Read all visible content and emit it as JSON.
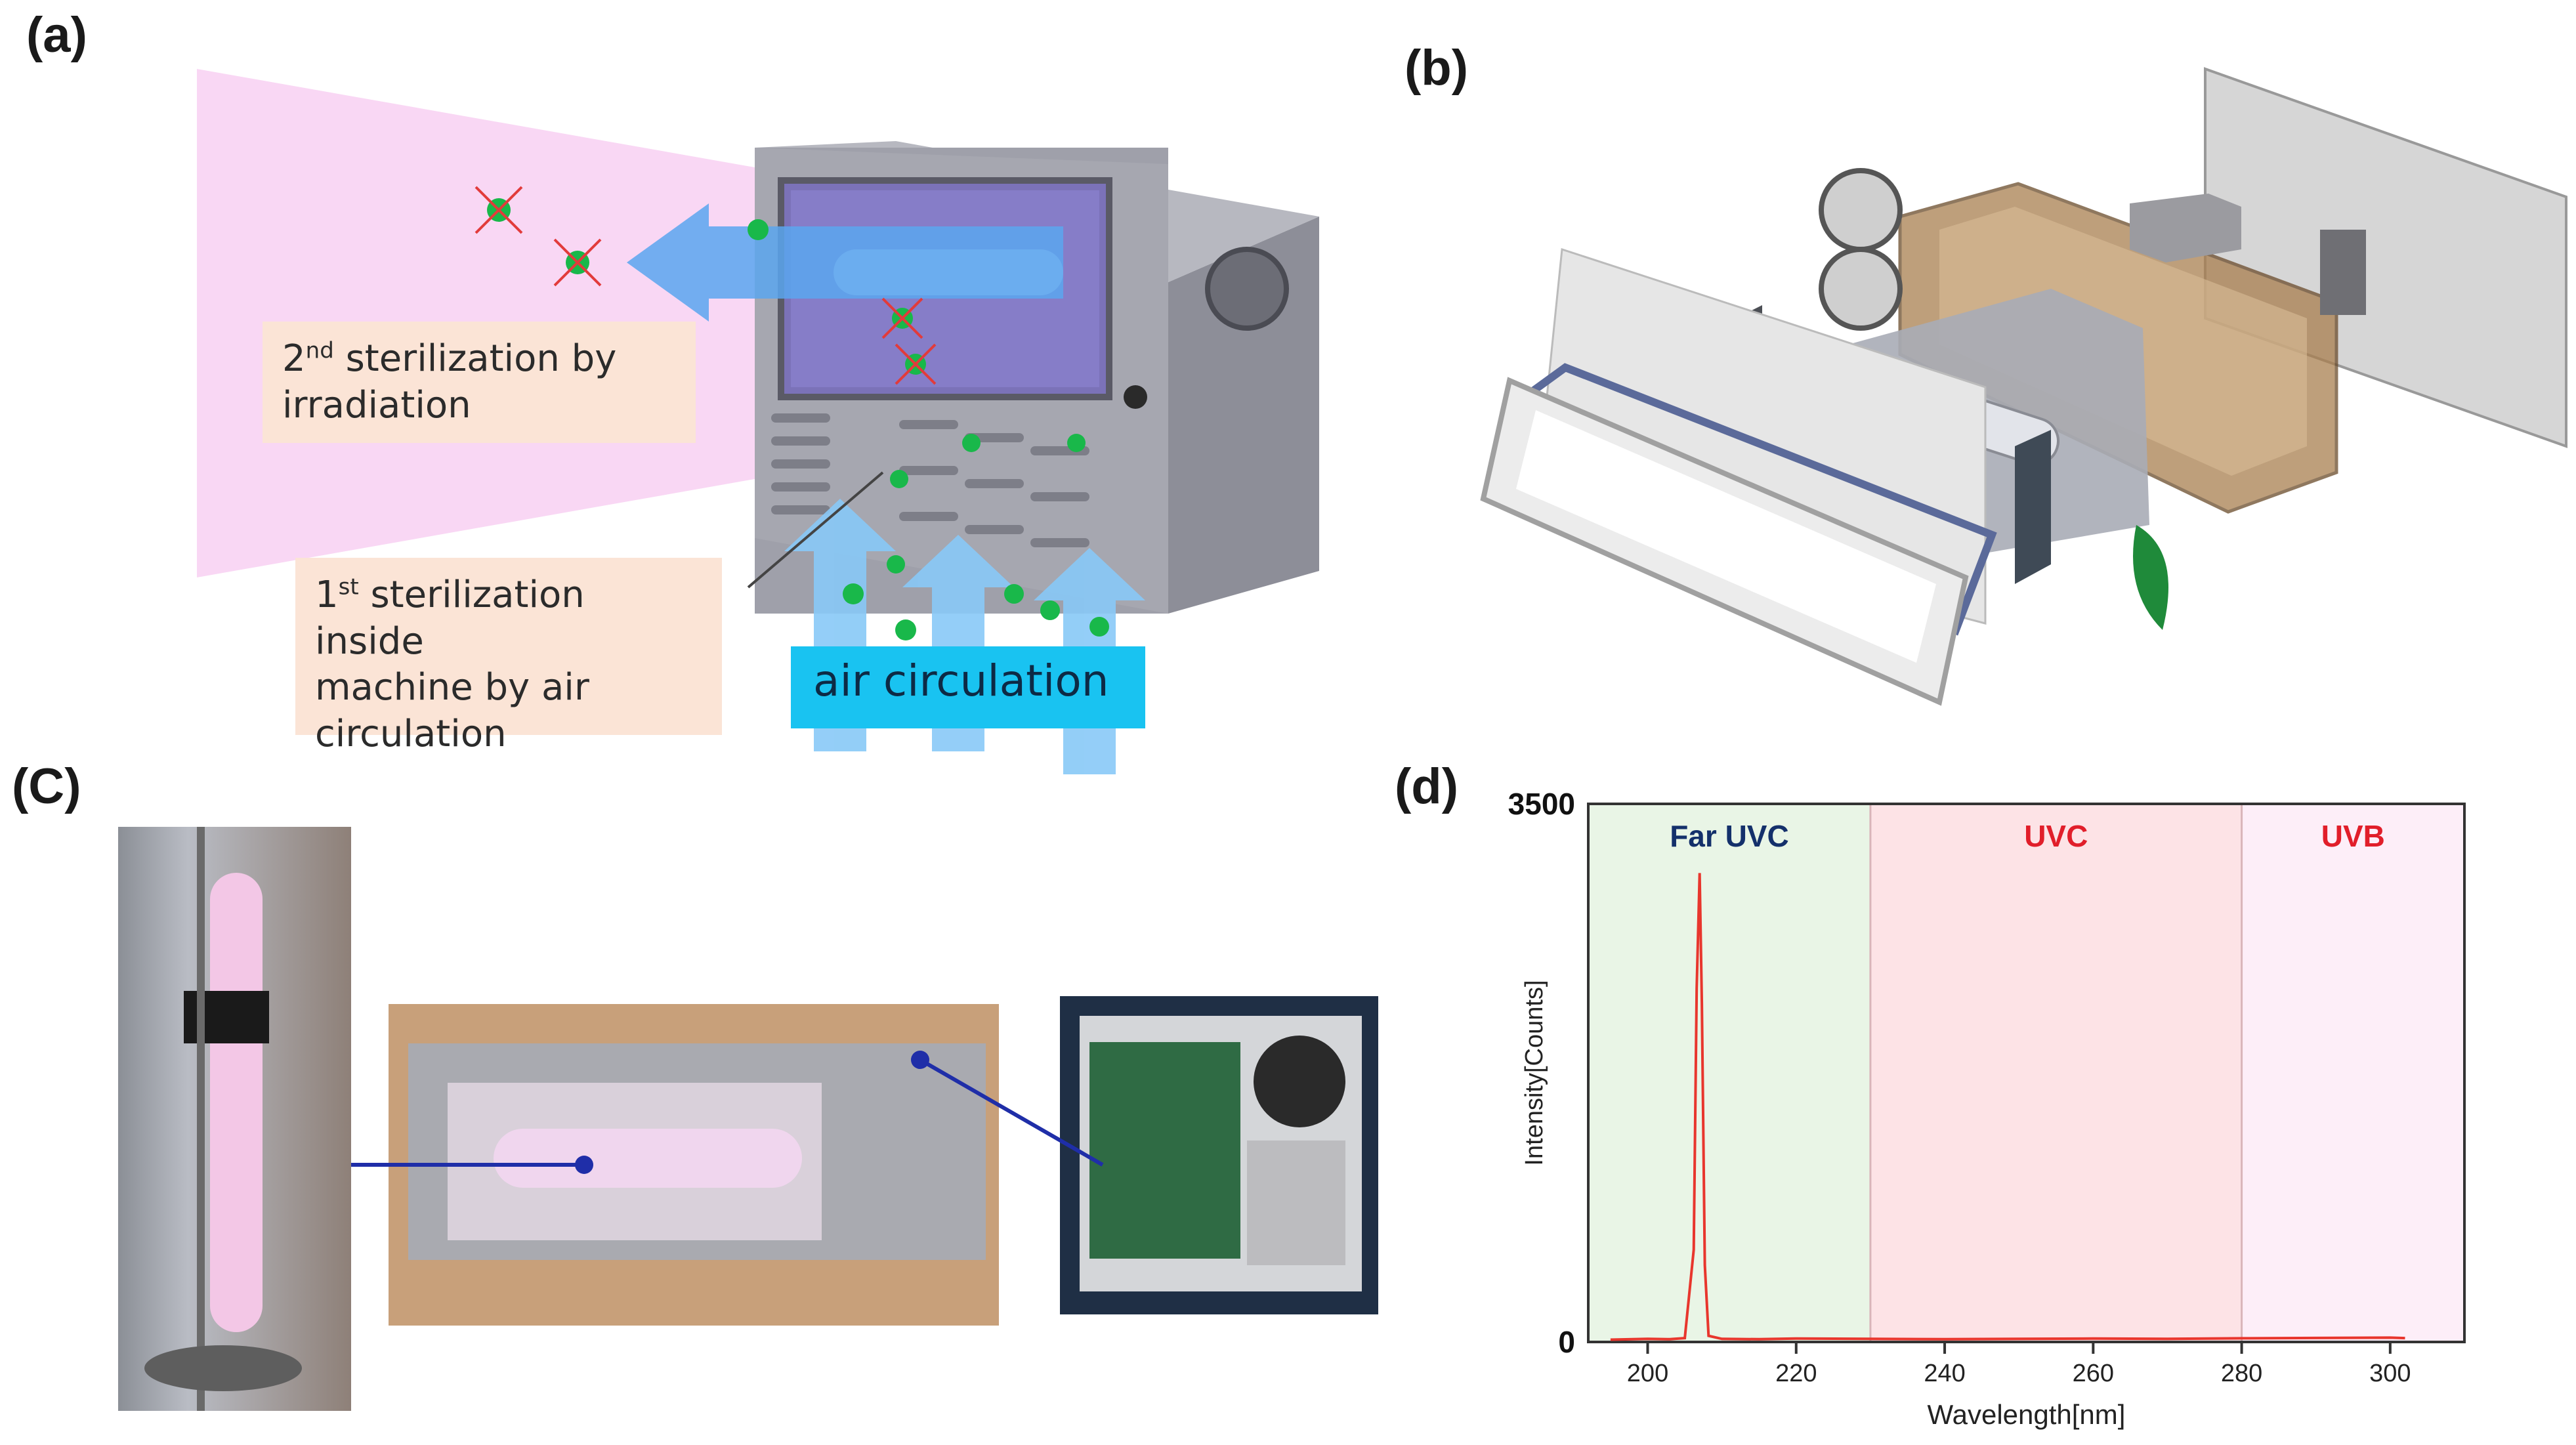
{
  "panels": {
    "a": {
      "label": "(a)",
      "callout_irradiation": {
        "ord": "2",
        "sup": "nd",
        "text_line1": " sterilization by",
        "text_line2": "irradiation"
      },
      "callout_inside": {
        "ord": "1",
        "sup": "st",
        "text_line1": " sterilization inside",
        "text_line2": "machine by air",
        "text_line3": "circulation"
      },
      "air_label": "air circulation",
      "colors": {
        "uv_cone": "#f7c9f0",
        "arrow_blue": "#5aa6ee",
        "air_box": "#19c3f1",
        "callout_bg": "#fbe4d6",
        "germ": "#19b84a"
      }
    },
    "b": {
      "label": "(b)"
    },
    "c": {
      "label": "(C)"
    },
    "d": {
      "label": "(d)"
    }
  },
  "chart_data": {
    "type": "line",
    "xlabel": "Wavelength[nm]",
    "ylabel": "Intensity[Counts]",
    "xlim": [
      192,
      310
    ],
    "ylim": [
      0,
      3500
    ],
    "x_ticks": [
      200,
      220,
      240,
      260,
      280,
      300
    ],
    "y_ticks": [
      0,
      3500
    ],
    "regions": [
      {
        "name": "Far UVC",
        "from": 192,
        "to": 230,
        "color": "#e9f5e6",
        "label_color": "#14306b"
      },
      {
        "name": "UVC",
        "from": 230,
        "to": 280,
        "color": "#fde3e6",
        "label_color": "#e11e2a"
      },
      {
        "name": "UVB",
        "from": 280,
        "to": 310,
        "color": "#fdeef8",
        "label_color": "#e11e2a"
      }
    ],
    "series": [
      {
        "color": "#e8362d",
        "x": [
          195,
          200,
          203,
          205,
          206.2,
          206.6,
          207.0,
          207.3,
          207.7,
          208.2,
          210,
          215,
          220,
          230,
          240,
          250,
          260,
          270,
          280,
          290,
          300,
          302
        ],
        "y": [
          15,
          20,
          18,
          25,
          600,
          2300,
          3050,
          2200,
          500,
          40,
          20,
          18,
          22,
          20,
          18,
          20,
          22,
          20,
          24,
          26,
          28,
          25
        ]
      }
    ]
  }
}
